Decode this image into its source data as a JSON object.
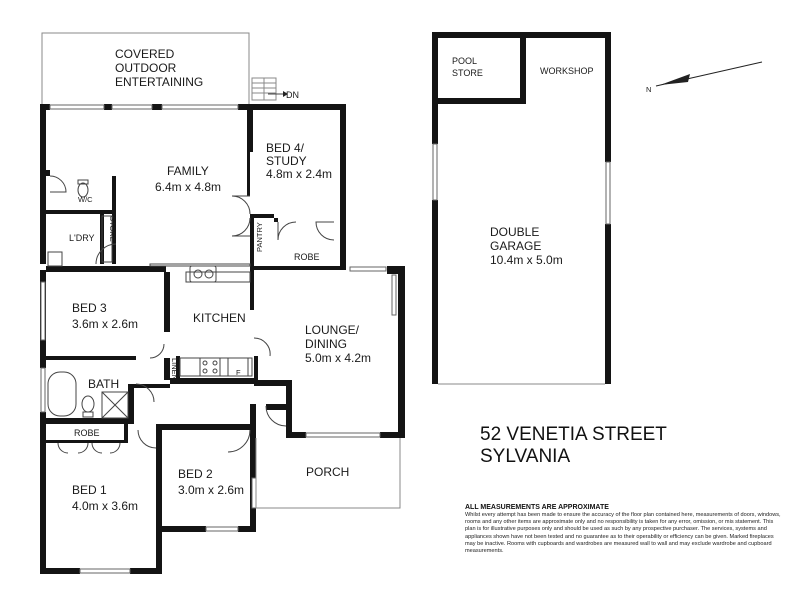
{
  "rooms": {
    "covered_outdoor": [
      "COVERED",
      "OUTDOOR",
      "ENTERTAINING"
    ],
    "dn": "DN",
    "family": {
      "name": "FAMILY",
      "size": "6.4m x 4.8m"
    },
    "bed4": {
      "name1": "BED 4/",
      "name2": "STUDY",
      "size": "4.8m x 2.4m"
    },
    "wc": "W/C",
    "ldry": "L'DRY",
    "store": "STORE",
    "pantry": "PANTRY",
    "robe_bed4": "ROBE",
    "bed3": {
      "name": "BED 3",
      "size": "3.6m x 2.6m"
    },
    "kitchen": "KITCHEN",
    "lounge": {
      "name1": "LOUNGE/",
      "name2": "DINING",
      "size": "5.0m x 4.2m"
    },
    "linen": "LINEN",
    "fridge": "F",
    "bath": "BATH",
    "robe_bed1": "ROBE",
    "bed2": {
      "name": "BED 2",
      "size": "3.0m x 2.6m"
    },
    "porch": "PORCH",
    "bed1": {
      "name": "BED 1",
      "size": "4.0m x 3.6m"
    },
    "pool_store": [
      "POOL",
      "STORE"
    ],
    "workshop": "WORKSHOP",
    "garage": {
      "name1": "DOUBLE",
      "name2": "GARAGE",
      "size": "10.4m x 5.0m"
    }
  },
  "compass": "N",
  "address": {
    "line1": "52 VENETIA STREET",
    "line2": "SYLVANIA"
  },
  "disclaimer": {
    "title": "ALL MEASUREMENTS ARE APPROXIMATE",
    "body": "Whilst every attempt has been made to ensure the accuracy of the floor plan contained here, measurements of doors, windows, rooms and any other items are approximate only and no responsibility is taken for any error, omission, or mis statement. This plan is for illustrative purposes only and should be used as such by any prospective purchaser. The services, systems and appliances shown have not been tested and no guarantee as to their operability or efficiency can be given. Marked fireplaces may be inactive. Rooms with cupboards and wardrobes are measured wall to wall and may exclude wardrobe and cupboard measurements."
  }
}
